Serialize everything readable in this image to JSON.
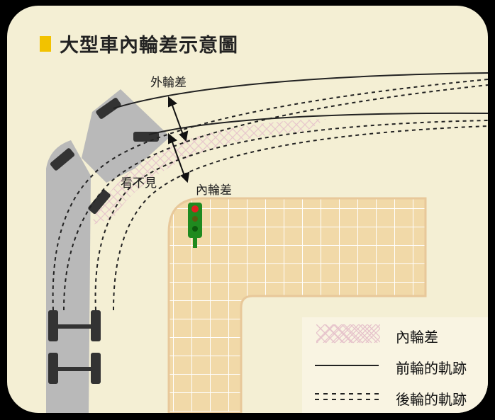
{
  "title": "大型車內輪差示意圖",
  "labels": {
    "outer_diff": "外輪差",
    "blind_spot": "看不見",
    "inner_diff": "內輪差"
  },
  "legend": [
    {
      "icon": "hatched-area",
      "label": "內輪差"
    },
    {
      "icon": "solid-line",
      "label": "前輪的軌跡"
    },
    {
      "icon": "dashed-line",
      "label": "後輪的軌跡"
    }
  ],
  "colors": {
    "background": "#f4efd4",
    "sidewalk": "#f1d9a8",
    "grid": "#ffffff",
    "truck": "#b9b9b9",
    "title_mark": "#f2c200",
    "signal_green": "#1f8a1f",
    "signal_red": "#e02020",
    "hatch": "#e8c9cf"
  }
}
